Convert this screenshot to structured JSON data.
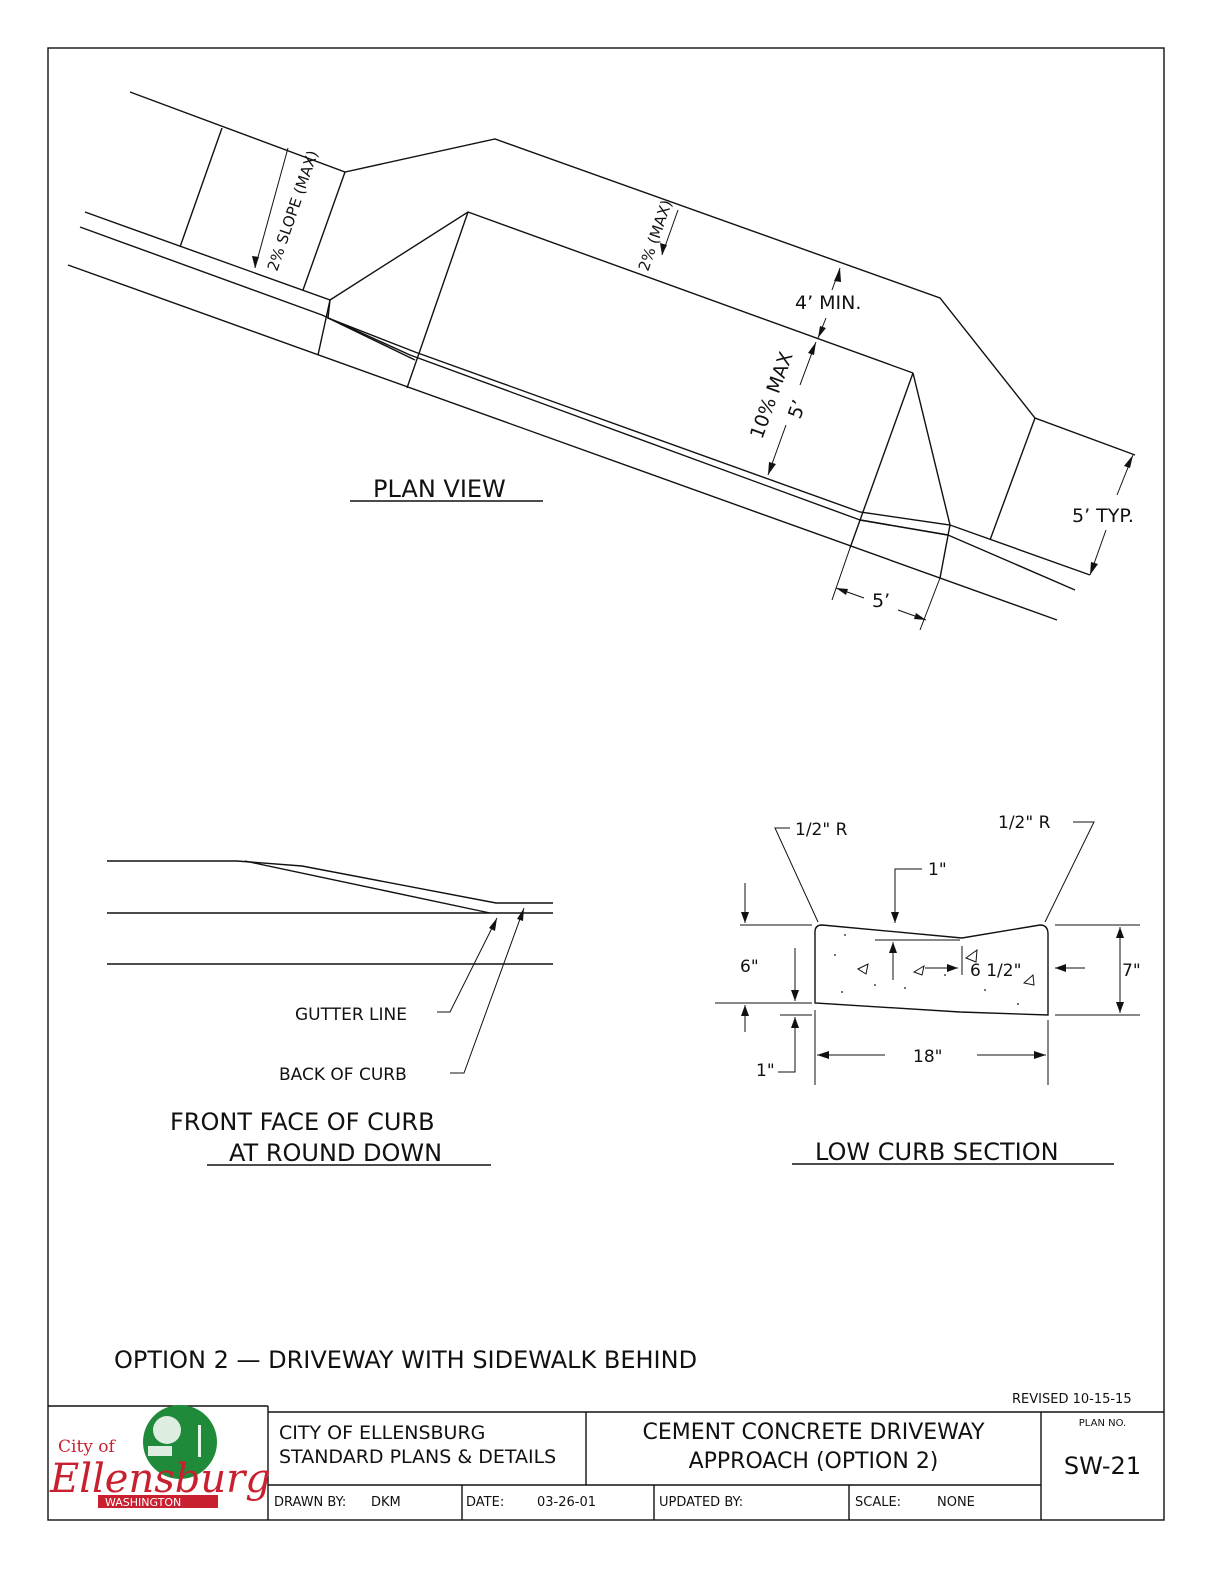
{
  "plan_view": {
    "title": "PLAN VIEW",
    "dim_slope_sidewalk": "2% SLOPE (MAX)",
    "dim_slope_driveway": "2% (MAX)",
    "dim_min": "4’  MIN.",
    "dim_max_label": "10% MAX",
    "dim_max_value": "5’",
    "dim_typ": "5’  TYP.",
    "dim_bottom": "5’"
  },
  "front_face": {
    "title_line1": "FRONT  FACE  OF  CURB",
    "title_line2": "AT  ROUND  DOWN",
    "gutter_line": "GUTTER  LINE",
    "back_of_curb": "BACK  OF  CURB"
  },
  "low_curb": {
    "title": "LOW  CURB  SECTION",
    "radius_left": "1/2\"  R",
    "radius_right": "1/2\"  R",
    "dim_top": "1\"",
    "dim_height_left": "6\"",
    "dim_height_right": "7\"",
    "dim_inner": "6  1/2\"",
    "dim_bottom": "1\"",
    "dim_width": "18\""
  },
  "option_title": "OPTION  2  —  DRIVEWAY  WITH  SIDEWALK  BEHIND",
  "title_block": {
    "revised": "REVISED 10-15-15",
    "logo_city": "City of",
    "logo_name": "Ellensburg",
    "logo_state": "WASHINGTON",
    "agency_line1": "CITY OF ELLENSBURG",
    "agency_line2": "STANDARD PLANS & DETAILS",
    "title_line1": "CEMENT CONCRETE DRIVEWAY",
    "title_line2": "APPROACH (OPTION 2)",
    "plan_no_label": "PLAN NO.",
    "plan_no": "SW-21",
    "drawn_by_label": "DRAWN BY:",
    "drawn_by": "DKM",
    "date_label": "DATE:",
    "date": "03-26-01",
    "updated_by_label": "UPDATED BY:",
    "updated_by": "",
    "scale_label": "SCALE:",
    "scale": "NONE"
  },
  "colors": {
    "logo_red": "#c8202f",
    "logo_green": "#1f8a3a",
    "ink": "#111111"
  }
}
